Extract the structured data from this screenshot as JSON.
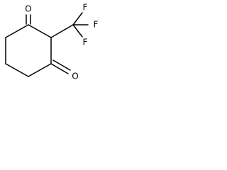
{
  "molecule": {
    "atoms": {
      "o_top": "O",
      "o_bottom": "O",
      "f_top": "F",
      "f_right": "F",
      "f_bottom": "F"
    }
  }
}
